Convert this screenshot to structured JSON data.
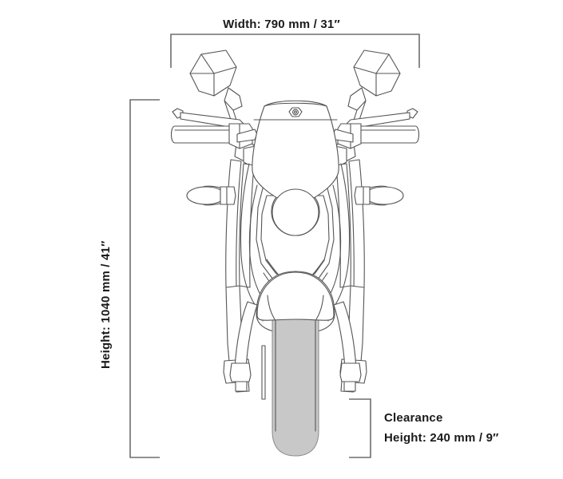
{
  "diagram": {
    "subject": "motorcycle-front-view-dimensions",
    "background_color": "#ffffff",
    "line_color": "#555555",
    "tire_fill_color": "#c8c8c8",
    "text_color": "#1a1a1a"
  },
  "dimensions": {
    "width": {
      "label": "Width: 790 mm / 31″",
      "value_mm": 790,
      "value_in": 31,
      "orientation": "horizontal"
    },
    "height": {
      "label": "Height: 1040 mm / 41″",
      "value_mm": 1040,
      "value_in": 41,
      "orientation": "vertical"
    },
    "clearance": {
      "line1": "Clearance",
      "line2": "Height: 240 mm / 9″",
      "value_mm": 240,
      "value_in": 9,
      "orientation": "vertical"
    }
  },
  "parts": {
    "left_mirror": "left-mirror",
    "right_mirror": "right-mirror",
    "left_handlebar": "left-handlebar-grip",
    "right_handlebar": "right-handlebar-grip",
    "headlight_cowl": "headlight-cowl",
    "headlight": "headlight-lens",
    "left_fork": "left-fork-tube",
    "right_fork": "right-fork-tube",
    "left_signal": "left-turn-signal",
    "right_signal": "right-turn-signal",
    "front_fender": "front-fender",
    "front_tire": "front-tire",
    "engine": "engine-block"
  }
}
